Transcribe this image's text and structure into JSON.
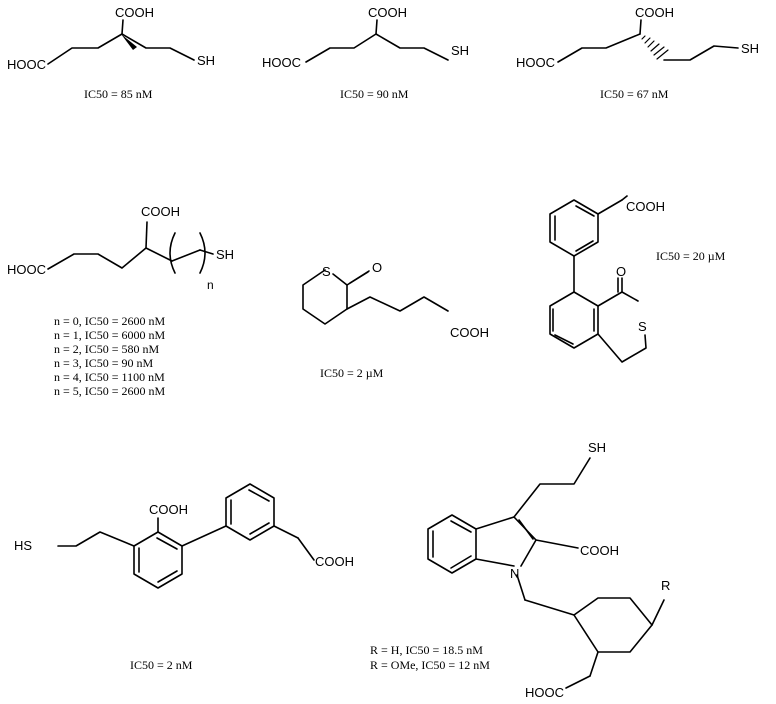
{
  "atoms": {
    "cooh": "COOH",
    "hooc": "HOOC",
    "sh": "SH",
    "hs": "HS",
    "s": "S",
    "o": "O",
    "n_atom": "N",
    "r_atom": "R",
    "n_sub": "n"
  },
  "compounds": [
    {
      "id": "c1",
      "captions": [
        "IC50 = 85 nM"
      ]
    },
    {
      "id": "c2",
      "captions": [
        "IC50 = 90 nM"
      ]
    },
    {
      "id": "c3",
      "captions": [
        "IC50 = 67 nM"
      ]
    },
    {
      "id": "c4",
      "captions": [
        "n = 0, IC50 = 2600 nM",
        "n = 1, IC50 = 6000 nM",
        "n = 2, IC50 = 580 nM",
        "n = 3, IC50 = 90 nM",
        "n = 4, IC50 = 1100 nM",
        "n = 5, IC50 = 2600 nM"
      ]
    },
    {
      "id": "c5",
      "captions": [
        "IC50 = 2 µM"
      ]
    },
    {
      "id": "c6",
      "captions": [
        "IC50 = 20 µM"
      ]
    },
    {
      "id": "c7",
      "captions": [
        "IC50 = 2 nM"
      ]
    },
    {
      "id": "c8",
      "captions": [
        "R =  H, IC50 = 18.5 nM",
        "R = OMe, IC50 = 12 nM"
      ]
    }
  ]
}
